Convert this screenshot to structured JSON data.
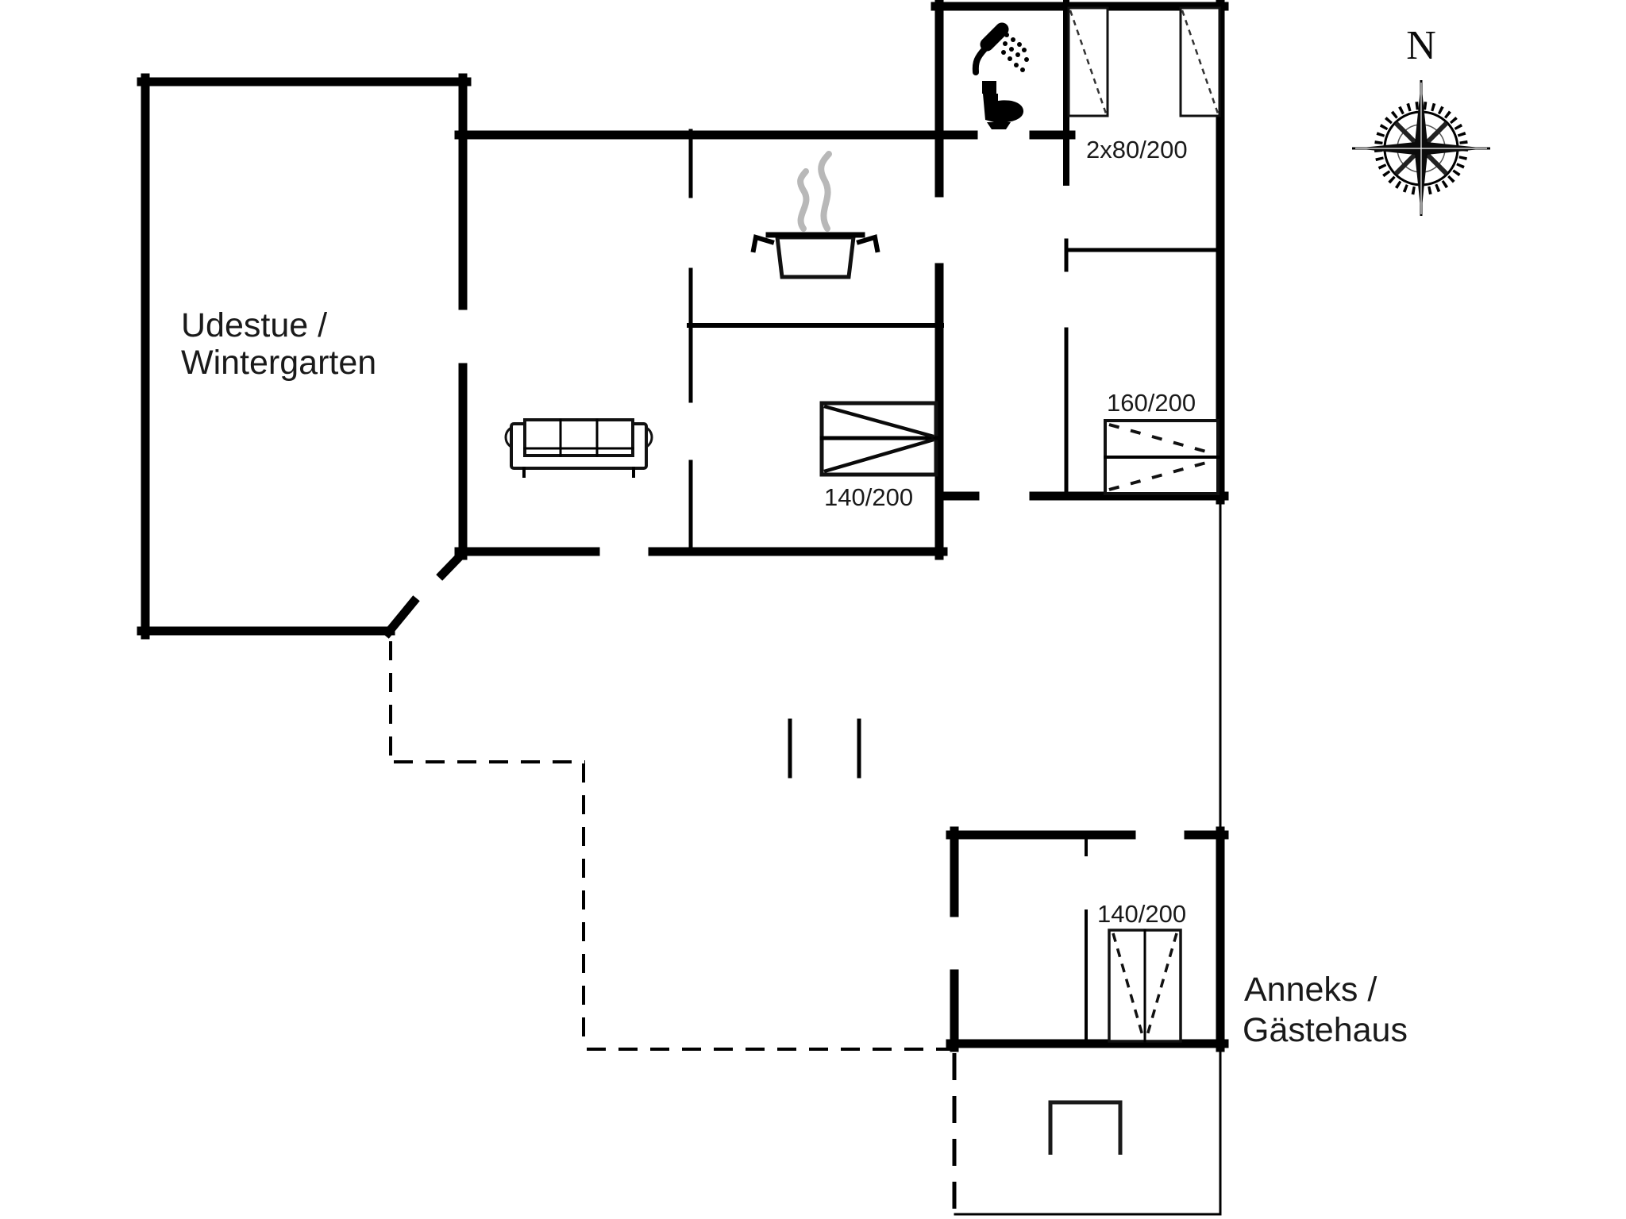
{
  "labels": {
    "room_main": {
      "line1": "Udestue /",
      "line2": "Wintergarten"
    },
    "room_annex": {
      "line1": "Anneks /",
      "line2": "Gästehaus"
    },
    "bed_top_right": "2x80/200",
    "bed_right": "160/200",
    "bed_middle": "140/200",
    "bed_annex": "140/200",
    "compass_north": "N"
  },
  "icons": [
    "compass-rose-icon",
    "shower-icon",
    "toilet-icon",
    "cooking-pot-icon",
    "steam-icon",
    "sofa-icon",
    "double-bed-icon",
    "twin-beds-icon",
    "single-double-bed-icon",
    "bench-table-icon"
  ],
  "colors": {
    "walls": "#000000",
    "steam": "#b8b8b8",
    "background": "#ffffff",
    "text": "#1a1a1a"
  }
}
